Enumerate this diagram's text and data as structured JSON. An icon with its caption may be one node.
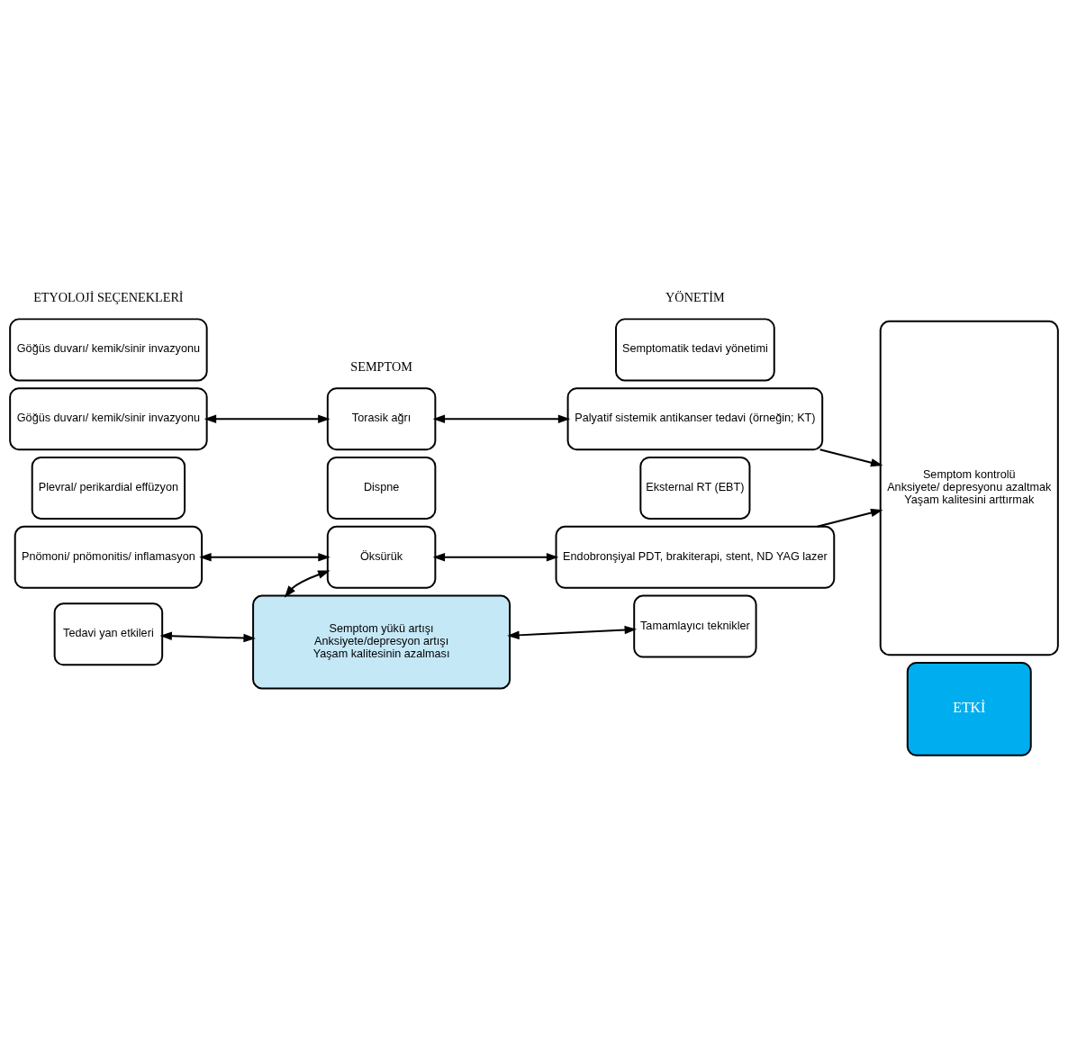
{
  "diagram": {
    "nodes": [
      {
        "text": [
          "Göğüs duvarı/ kemik/sinir invazyonu"
        ]
      },
      {
        "text": [
          "Göğüs duvarı/ kemik/sinir invazyonu"
        ]
      },
      {
        "text": [
          "Plevral/ perikardial effüzyon"
        ]
      },
      {
        "text": [
          "Pnömoni/ pnömonitis/ inflamasyon"
        ]
      },
      {
        "text": [
          "Tedavi yan etkileri"
        ]
      },
      {
        "text": [
          "Torasik ağrı"
        ]
      },
      {
        "text": [
          "Dispne"
        ]
      },
      {
        "text": [
          "Öksürük"
        ]
      },
      {
        "text": [
          "Semptomatik tedavi yönetimi"
        ]
      },
      {
        "text": [
          "Palyatif sistemik antikanser tedavi (örneğin; KT)"
        ]
      },
      {
        "text": [
          "Eksternal RT (EBT)"
        ]
      },
      {
        "text": [
          "Endobronşiyal PDT, brakiterapi, stent, ND YAG lazer"
        ]
      },
      {
        "text": [
          "Tamamlayıcı teknikler"
        ]
      },
      {
        "text": [
          "Semptom kontrolü",
          "Anksiyete/ depresyonu azaltmak",
          "Yaşam kalitesini arttırmak"
        ]
      },
      {
        "text": [
          "Semptom yükü artışı",
          "Anksiyete/depresyon artışı",
          "Yaşam kalitesinin azalması"
        ]
      },
      {
        "text": [
          "ETKİ"
        ]
      }
    ],
    "edges": [
      {
        "from": 1,
        "to": 5,
        "arrow": "both"
      },
      {
        "from": 5,
        "to": 9,
        "arrow": "both"
      },
      {
        "from": 9,
        "to": 13,
        "arrow": "to"
      },
      {
        "from": 3,
        "to": 7,
        "arrow": "both"
      },
      {
        "from": 7,
        "to": 11,
        "arrow": "both"
      },
      {
        "from": 11,
        "to": 13,
        "arrow": "to"
      },
      {
        "from": 4,
        "to": 14,
        "arrow": "both"
      },
      {
        "from": 7,
        "to": 14,
        "arrow": "both"
      },
      {
        "from": 12,
        "to": 14,
        "arrow": "both"
      }
    ],
    "labels": [
      "ETYOLOJİ SEÇENEKLERİ",
      "SEMPTOM",
      "YÖNETİM"
    ]
  }
}
